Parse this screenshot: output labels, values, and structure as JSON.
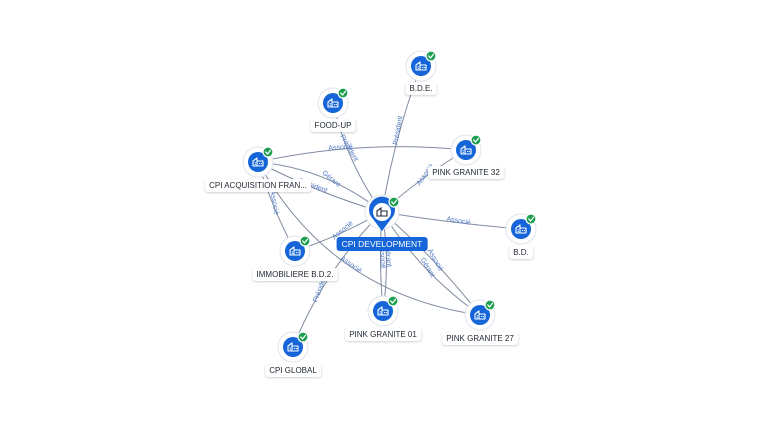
{
  "center": {
    "label": "CPI DEVELOPMENT",
    "icon": "building-icon"
  },
  "colors": {
    "node": "#1565d8",
    "check": "#1e9e4f",
    "edge": "#7f8ba0",
    "edge_label": "#4f79c4"
  },
  "nodes": [
    {
      "label": "B.D.E."
    },
    {
      "label": "FOOD-UP"
    },
    {
      "label": "PINK GRANITE 32"
    },
    {
      "label": "CPI ACQUISITION FRAN..."
    },
    {
      "label": "B.D."
    },
    {
      "label": "IMMOBILIERE B.D.2."
    },
    {
      "label": "PINK GRANITE 01"
    },
    {
      "label": "PINK GRANITE 27"
    },
    {
      "label": "CPI GLOBAL"
    }
  ],
  "edge_labels": [
    "Président",
    "Président",
    "Associé",
    "Président",
    "Associé",
    "Associé",
    "Associé",
    "Gérant",
    "Associé",
    "Président",
    "Associé",
    "Gérant",
    "Associé",
    "Gérant",
    "Associé"
  ]
}
